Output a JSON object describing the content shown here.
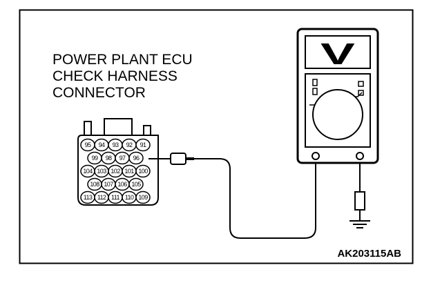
{
  "title_lines": [
    "POWER PLANT ECU",
    "CHECK HARNESS",
    "CONNECTOR"
  ],
  "figure_code": "AK203115AB",
  "connector_rows": [
    [
      "95",
      "94",
      "93",
      "92",
      "91"
    ],
    [
      "99",
      "98",
      "97",
      "96"
    ],
    [
      "104",
      "103",
      "102",
      "101",
      "100"
    ],
    [
      "108",
      "107",
      "106",
      "105"
    ],
    [
      "113",
      "112",
      "111",
      "110",
      "109"
    ]
  ],
  "meter": {
    "display_symbol": "V"
  }
}
